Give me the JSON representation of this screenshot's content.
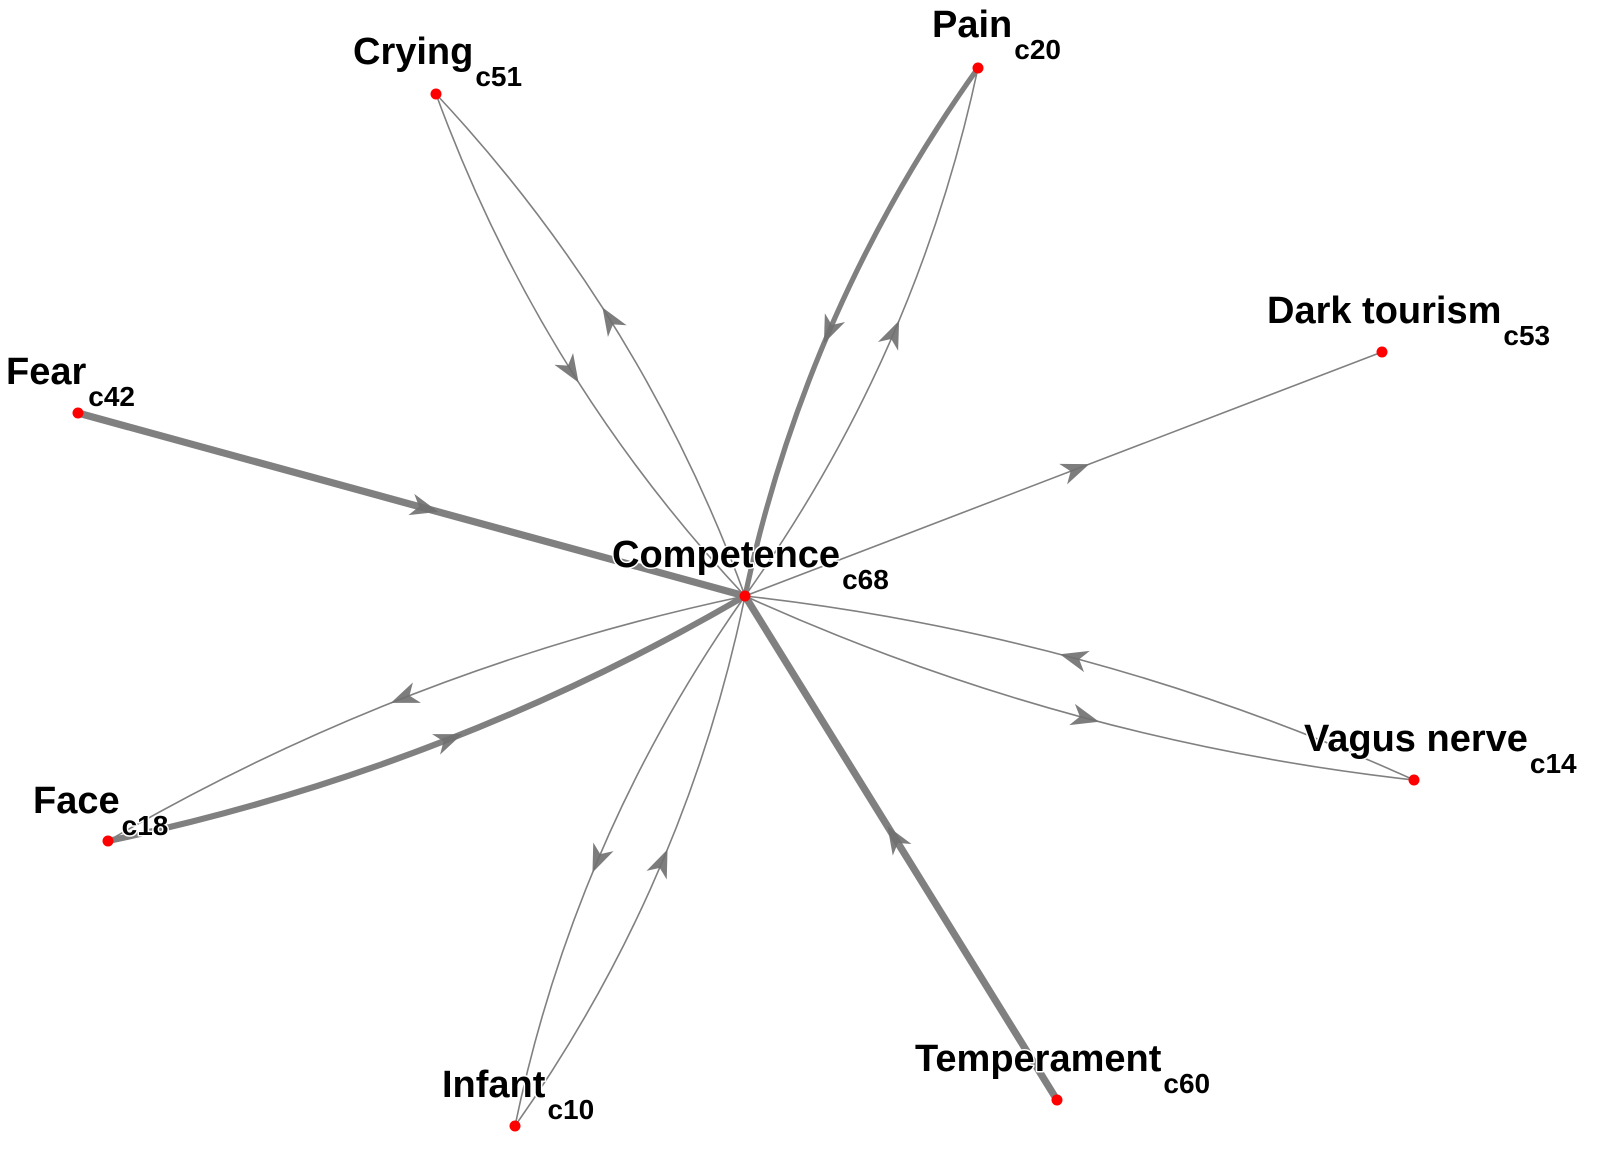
{
  "colors": {
    "edge": "#808080",
    "arrow": "#6f6f6f",
    "node": "#ff0000",
    "label": "#000000"
  },
  "graph": {
    "nodes": [
      {
        "id": "competence",
        "name": "Competence",
        "sub": "c68"
      },
      {
        "id": "pain",
        "name": "Pain",
        "sub": "c20"
      },
      {
        "id": "crying",
        "name": "Crying",
        "sub": "c51"
      },
      {
        "id": "dark-tourism",
        "name": "Dark tourism",
        "sub": "c53"
      },
      {
        "id": "fear",
        "name": "Fear",
        "sub": "c42"
      },
      {
        "id": "vagus-nerve",
        "name": "Vagus nerve",
        "sub": "c14"
      },
      {
        "id": "face",
        "name": "Face",
        "sub": "c18"
      },
      {
        "id": "temperament",
        "name": "Temperament",
        "sub": "c60"
      },
      {
        "id": "infant",
        "name": "Infant",
        "sub": "c10"
      }
    ],
    "edges": [
      {
        "from": "fear",
        "to": "competence",
        "weight": 5
      },
      {
        "from": "competence",
        "to": "dark-tourism",
        "weight": 1
      },
      {
        "from": "pain",
        "to": "competence",
        "weight": 3
      },
      {
        "from": "competence",
        "to": "pain",
        "weight": 1
      },
      {
        "from": "crying",
        "to": "competence",
        "weight": 1
      },
      {
        "from": "competence",
        "to": "crying",
        "weight": 1
      },
      {
        "from": "vagus-nerve",
        "to": "competence",
        "weight": 1
      },
      {
        "from": "competence",
        "to": "vagus-nerve",
        "weight": 1
      },
      {
        "from": "competence",
        "to": "face",
        "weight": 1
      },
      {
        "from": "face",
        "to": "competence",
        "weight": 4
      },
      {
        "from": "competence",
        "to": "infant",
        "weight": 1
      },
      {
        "from": "infant",
        "to": "competence",
        "weight": 1
      },
      {
        "from": "temperament",
        "to": "competence",
        "weight": 5
      }
    ]
  }
}
